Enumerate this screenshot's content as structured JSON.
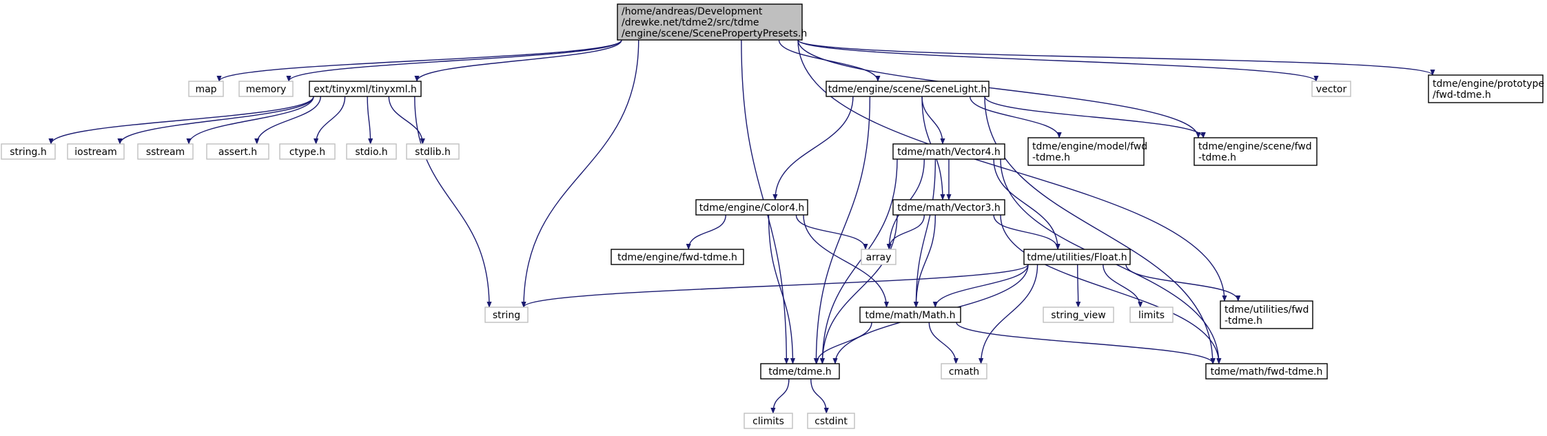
{
  "diagram": {
    "type": "include-dependency-graph",
    "colors": {
      "edge": "#191970",
      "root_fill": "#bfbfbf",
      "node_border": "#000000",
      "system_border": "#bfbfbf",
      "text": "#000000"
    },
    "nodes": [
      {
        "id": "root",
        "style": "root",
        "lines": [
          "/home/andreas/Development",
          "/drewke.net/tdme2/src/tdme",
          "/engine/scene/ScenePropertyPresets.h"
        ]
      },
      {
        "id": "map",
        "style": "system",
        "lines": [
          "map"
        ]
      },
      {
        "id": "memory",
        "style": "system",
        "lines": [
          "memory"
        ]
      },
      {
        "id": "tinyxml",
        "style": "project",
        "lines": [
          "ext/tinyxml/tinyxml.h"
        ]
      },
      {
        "id": "scenelight",
        "style": "project",
        "lines": [
          "tdme/engine/scene/SceneLight.h"
        ]
      },
      {
        "id": "vector",
        "style": "system",
        "lines": [
          "vector"
        ]
      },
      {
        "id": "protofwd",
        "style": "project",
        "lines": [
          "tdme/engine/prototype",
          "/fwd-tdme.h"
        ]
      },
      {
        "id": "string_h",
        "style": "system",
        "lines": [
          "string.h"
        ]
      },
      {
        "id": "iostream",
        "style": "system",
        "lines": [
          "iostream"
        ]
      },
      {
        "id": "sstream",
        "style": "system",
        "lines": [
          "sstream"
        ]
      },
      {
        "id": "assert_h",
        "style": "system",
        "lines": [
          "assert.h"
        ]
      },
      {
        "id": "ctype_h",
        "style": "system",
        "lines": [
          "ctype.h"
        ]
      },
      {
        "id": "stdio_h",
        "style": "system",
        "lines": [
          "stdio.h"
        ]
      },
      {
        "id": "stdlib_h",
        "style": "system",
        "lines": [
          "stdlib.h"
        ]
      },
      {
        "id": "vector4",
        "style": "project",
        "lines": [
          "tdme/math/Vector4.h"
        ]
      },
      {
        "id": "modelfwd",
        "style": "project",
        "lines": [
          "tdme/engine/model/fwd",
          "-tdme.h"
        ]
      },
      {
        "id": "scenefwd",
        "style": "project",
        "lines": [
          "tdme/engine/scene/fwd",
          "-tdme.h"
        ]
      },
      {
        "id": "color4",
        "style": "project",
        "lines": [
          "tdme/engine/Color4.h"
        ]
      },
      {
        "id": "vector3",
        "style": "project",
        "lines": [
          "tdme/math/Vector3.h"
        ]
      },
      {
        "id": "enginefwd",
        "style": "project",
        "lines": [
          "tdme/engine/fwd-tdme.h"
        ]
      },
      {
        "id": "array",
        "style": "system",
        "lines": [
          "array"
        ]
      },
      {
        "id": "float",
        "style": "project",
        "lines": [
          "tdme/utilities/Float.h"
        ]
      },
      {
        "id": "string",
        "style": "system",
        "lines": [
          "string"
        ]
      },
      {
        "id": "mathh",
        "style": "project",
        "lines": [
          "tdme/math/Math.h"
        ]
      },
      {
        "id": "string_view",
        "style": "system",
        "lines": [
          "string_view"
        ]
      },
      {
        "id": "limits",
        "style": "system",
        "lines": [
          "limits"
        ]
      },
      {
        "id": "utilfwd",
        "style": "project",
        "lines": [
          "tdme/utilities/fwd",
          "-tdme.h"
        ]
      },
      {
        "id": "tdmeh",
        "style": "project",
        "lines": [
          "tdme/tdme.h"
        ]
      },
      {
        "id": "cmath",
        "style": "system",
        "lines": [
          "cmath"
        ]
      },
      {
        "id": "mathfwd",
        "style": "project",
        "lines": [
          "tdme/math/fwd-tdme.h"
        ]
      },
      {
        "id": "climits",
        "style": "system",
        "lines": [
          "climits"
        ]
      },
      {
        "id": "cstdint",
        "style": "system",
        "lines": [
          "cstdint"
        ]
      }
    ],
    "edges": [
      [
        "root",
        "map"
      ],
      [
        "root",
        "memory"
      ],
      [
        "root",
        "tinyxml"
      ],
      [
        "root",
        "string"
      ],
      [
        "root",
        "tdmeh"
      ],
      [
        "root",
        "scenelight"
      ],
      [
        "root",
        "scenefwd"
      ],
      [
        "root",
        "utilfwd"
      ],
      [
        "root",
        "vector"
      ],
      [
        "root",
        "protofwd"
      ],
      [
        "tinyxml",
        "string_h"
      ],
      [
        "tinyxml",
        "iostream"
      ],
      [
        "tinyxml",
        "sstream"
      ],
      [
        "tinyxml",
        "assert_h"
      ],
      [
        "tinyxml",
        "ctype_h"
      ],
      [
        "tinyxml",
        "stdio_h"
      ],
      [
        "tinyxml",
        "stdlib_h"
      ],
      [
        "tinyxml",
        "string"
      ],
      [
        "scenelight",
        "tdmeh"
      ],
      [
        "scenelight",
        "color4"
      ],
      [
        "scenelight",
        "vector3"
      ],
      [
        "scenelight",
        "vector4"
      ],
      [
        "scenelight",
        "modelfwd"
      ],
      [
        "scenelight",
        "scenefwd"
      ],
      [
        "scenelight",
        "mathfwd"
      ],
      [
        "vector4",
        "array"
      ],
      [
        "vector4",
        "vector3"
      ],
      [
        "vector4",
        "float"
      ],
      [
        "vector4",
        "mathh"
      ],
      [
        "vector4",
        "tdmeh"
      ],
      [
        "vector4",
        "mathfwd"
      ],
      [
        "color4",
        "enginefwd"
      ],
      [
        "color4",
        "array"
      ],
      [
        "color4",
        "mathh"
      ],
      [
        "color4",
        "tdmeh"
      ],
      [
        "vector3",
        "array"
      ],
      [
        "vector3",
        "float"
      ],
      [
        "vector3",
        "mathh"
      ],
      [
        "vector3",
        "tdmeh"
      ],
      [
        "vector3",
        "mathfwd"
      ],
      [
        "float",
        "string"
      ],
      [
        "float",
        "mathh"
      ],
      [
        "float",
        "string_view"
      ],
      [
        "float",
        "limits"
      ],
      [
        "float",
        "utilfwd"
      ],
      [
        "float",
        "cmath"
      ],
      [
        "float",
        "tdmeh"
      ],
      [
        "mathh",
        "tdmeh"
      ],
      [
        "mathh",
        "cmath"
      ],
      [
        "mathh",
        "mathfwd"
      ],
      [
        "tdmeh",
        "climits"
      ],
      [
        "tdmeh",
        "cstdint"
      ]
    ]
  }
}
